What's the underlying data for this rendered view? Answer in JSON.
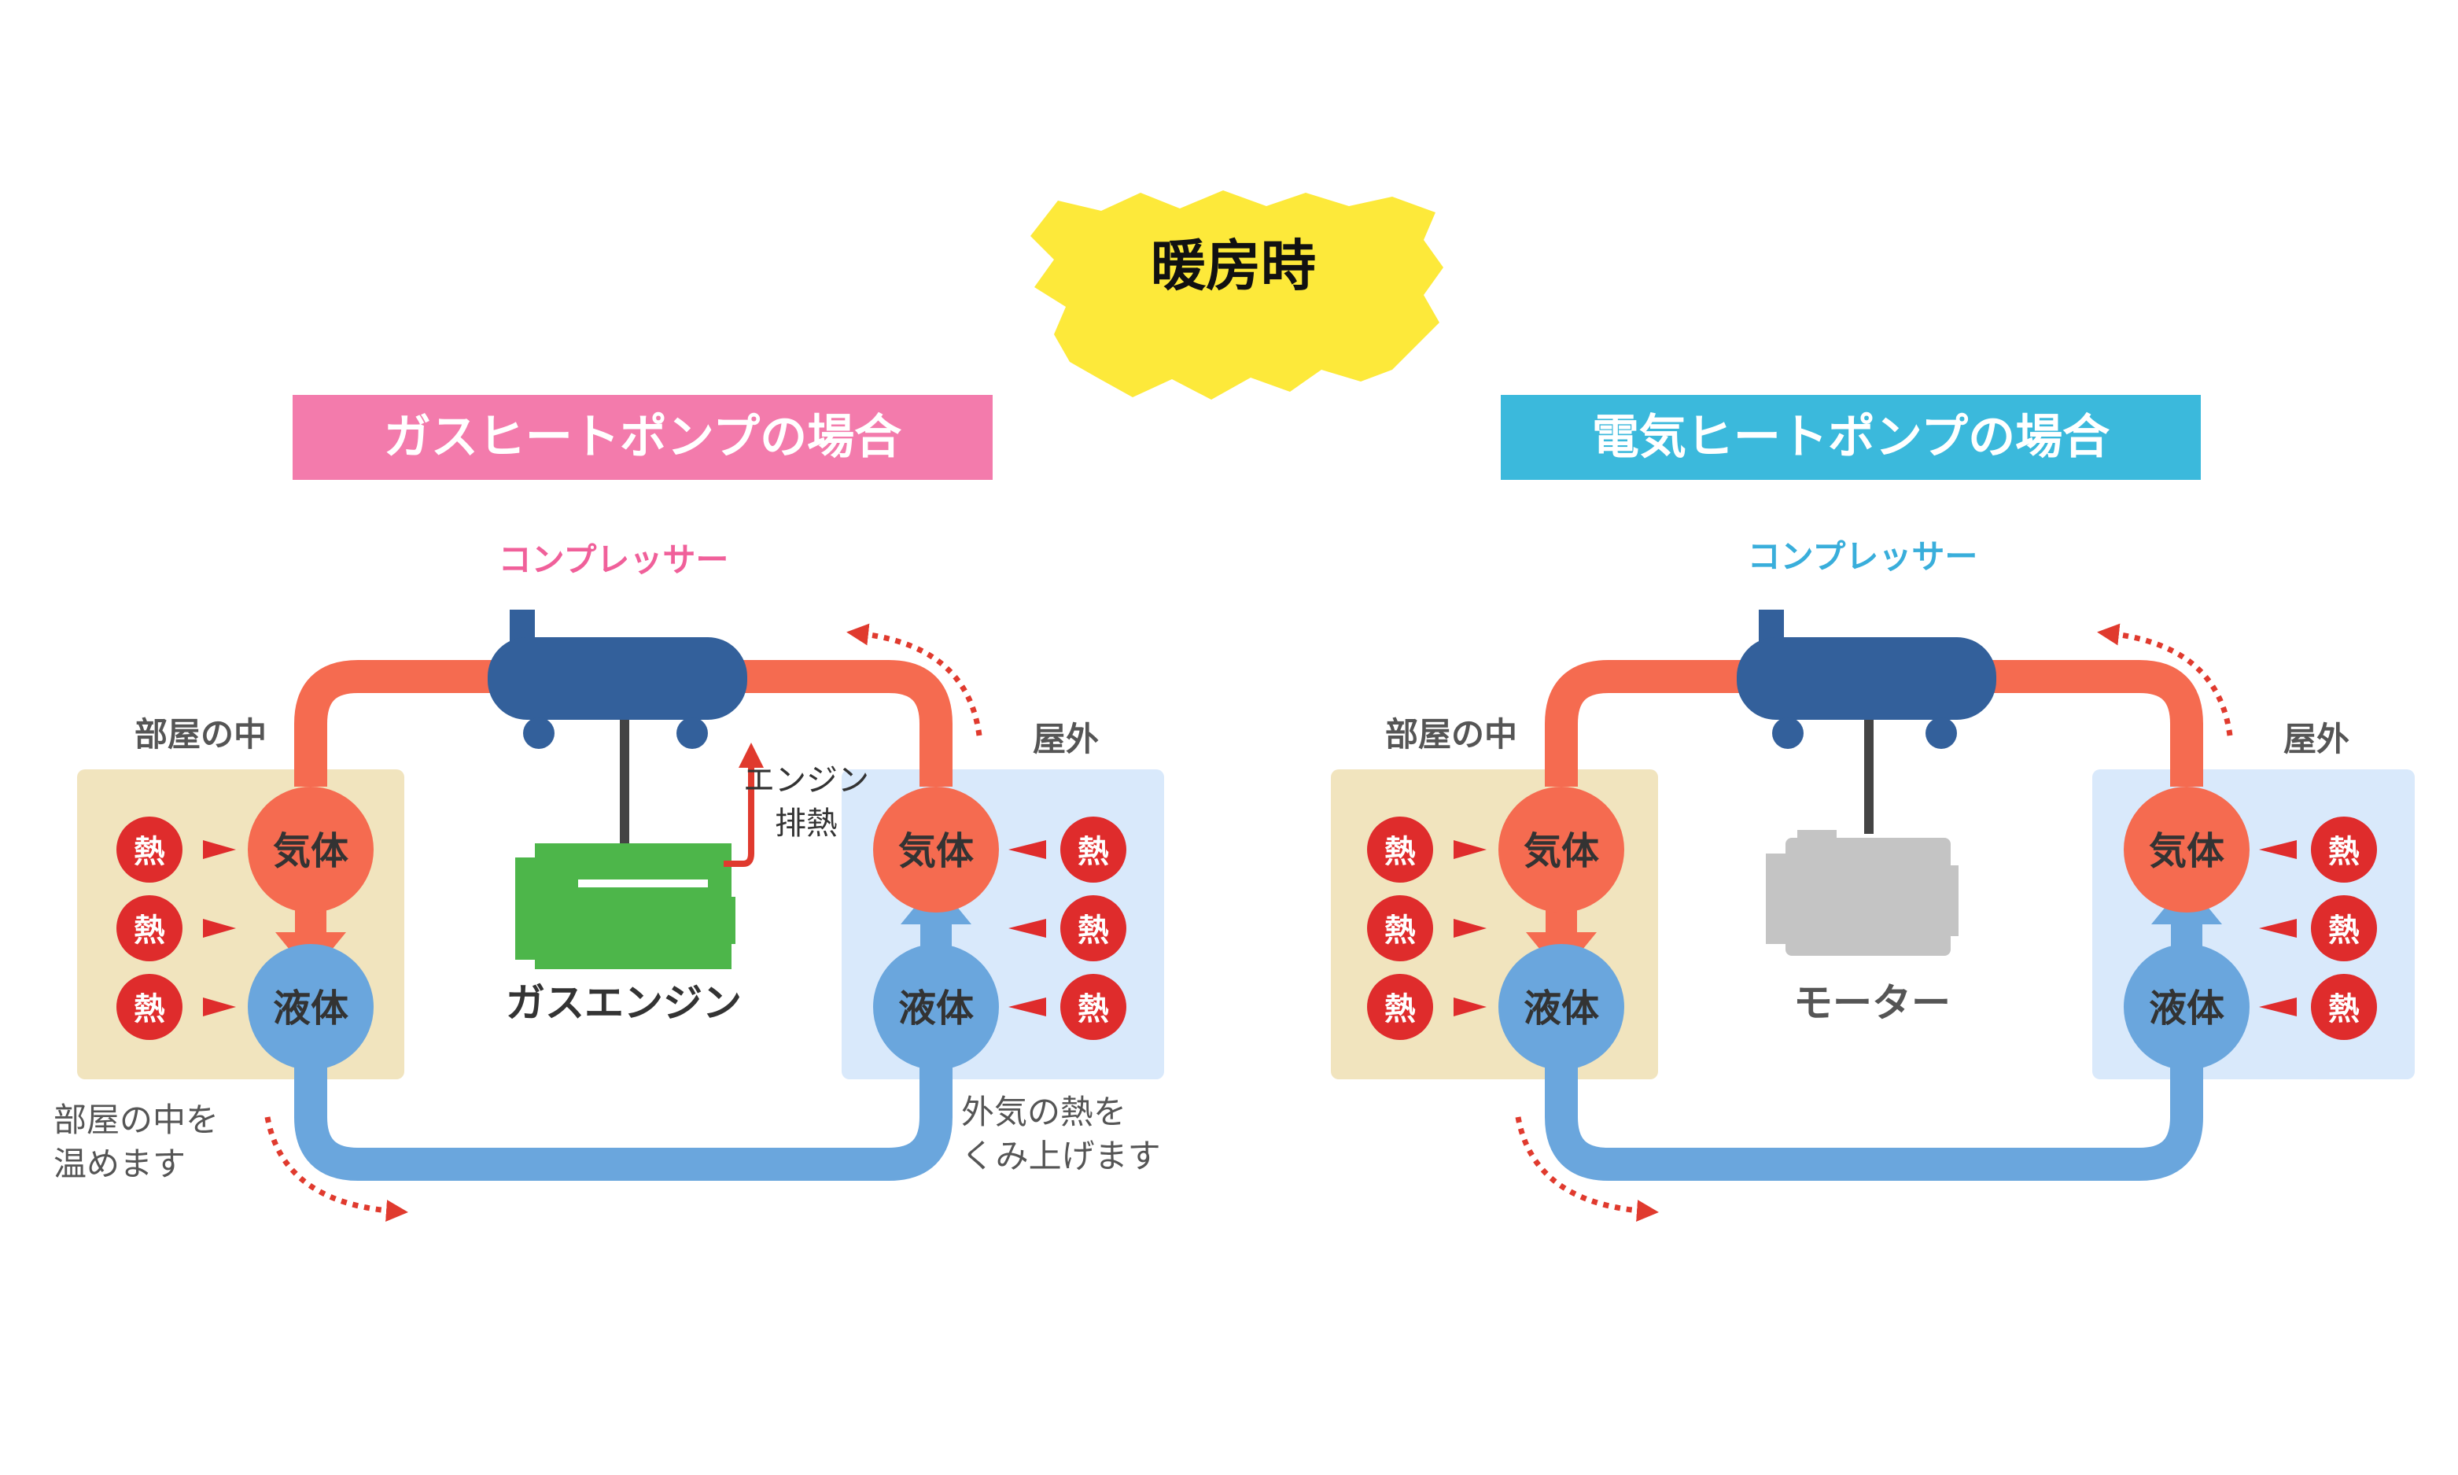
{
  "title": "暖房時",
  "colors": {
    "burst": "#fde93a",
    "gas_header": "#f37bac",
    "electric_header": "#3bb9dc",
    "compressor": "#33609b",
    "gas_engine": "#4db64a",
    "motor": "#c4c4c4",
    "hot_pipe": "#f56b50",
    "cold_pipe": "#6aa6dd",
    "room_box": "#f1e4be",
    "outdoor_box": "#d9e9fb",
    "heat_ball": "#df2c2c",
    "dotted_arrow": "#e03a2e",
    "label_dark": "#555555"
  },
  "panels": [
    {
      "id": "gas",
      "header": "ガスヒートポンプの場合",
      "compressor_label": "コンプレッサー",
      "compressor_label_color": "#f0609a",
      "room_label": "部屋の中",
      "outdoor_label": "屋外",
      "gas_label": "気体",
      "liquid_label": "液体",
      "heat_label": "熱",
      "engine_label": "ガスエンジン",
      "exhaust_label_line1": "エンジン",
      "exhaust_label_line2": "排熱",
      "note_left_line1": "部屋の中を",
      "note_left_line2": "温めます",
      "note_right_line1": "外気の熱を",
      "note_right_line2": "くみ上げます"
    },
    {
      "id": "electric",
      "header": "電気ヒートポンプの場合",
      "compressor_label": "コンプレッサー",
      "compressor_label_color": "#39aedb",
      "room_label": "部屋の中",
      "outdoor_label": "屋外",
      "gas_label": "気体",
      "liquid_label": "液体",
      "heat_label": "熱",
      "engine_label": "モーター"
    }
  ]
}
